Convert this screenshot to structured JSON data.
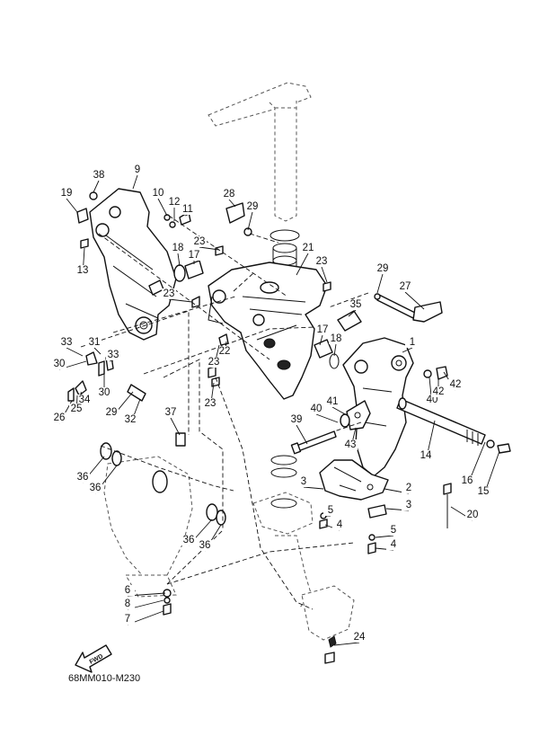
{
  "diagram_code": "68MM010-M230",
  "fwd_label": "FWD",
  "callouts": [
    {
      "id": "38",
      "label": "38"
    },
    {
      "id": "9",
      "label": "9"
    },
    {
      "id": "19",
      "label": "19"
    },
    {
      "id": "10",
      "label": "10"
    },
    {
      "id": "12",
      "label": "12"
    },
    {
      "id": "11",
      "label": "11"
    },
    {
      "id": "28",
      "label": "28"
    },
    {
      "id": "29a",
      "label": "29"
    },
    {
      "id": "13",
      "label": "13"
    },
    {
      "id": "18a",
      "label": "18"
    },
    {
      "id": "23a",
      "label": "23"
    },
    {
      "id": "17a",
      "label": "17"
    },
    {
      "id": "21",
      "label": "21"
    },
    {
      "id": "23b",
      "label": "23"
    },
    {
      "id": "29b",
      "label": "29"
    },
    {
      "id": "27",
      "label": "27"
    },
    {
      "id": "23c",
      "label": "23"
    },
    {
      "id": "35",
      "label": "35"
    },
    {
      "id": "33a",
      "label": "33"
    },
    {
      "id": "31",
      "label": "31"
    },
    {
      "id": "33b",
      "label": "33"
    },
    {
      "id": "22",
      "label": "22"
    },
    {
      "id": "17b",
      "label": "17"
    },
    {
      "id": "18b",
      "label": "18"
    },
    {
      "id": "1",
      "label": "1"
    },
    {
      "id": "30a",
      "label": "30"
    },
    {
      "id": "30b",
      "label": "30"
    },
    {
      "id": "23d",
      "label": "23"
    },
    {
      "id": "34",
      "label": "34"
    },
    {
      "id": "29c",
      "label": "29"
    },
    {
      "id": "26",
      "label": "26"
    },
    {
      "id": "25",
      "label": "25"
    },
    {
      "id": "32",
      "label": "32"
    },
    {
      "id": "23e",
      "label": "23"
    },
    {
      "id": "40a",
      "label": "40"
    },
    {
      "id": "42",
      "label": "42"
    },
    {
      "id": "41",
      "label": "41"
    },
    {
      "id": "40b",
      "label": "40"
    },
    {
      "id": "42b",
      "label": "42"
    },
    {
      "id": "37",
      "label": "37"
    },
    {
      "id": "39",
      "label": "39"
    },
    {
      "id": "43",
      "label": "43"
    },
    {
      "id": "14",
      "label": "14"
    },
    {
      "id": "36a",
      "label": "36"
    },
    {
      "id": "36b",
      "label": "36"
    },
    {
      "id": "2",
      "label": "2"
    },
    {
      "id": "3a",
      "label": "3"
    },
    {
      "id": "16",
      "label": "16"
    },
    {
      "id": "15",
      "label": "15"
    },
    {
      "id": "5a",
      "label": "5"
    },
    {
      "id": "3b",
      "label": "3"
    },
    {
      "id": "4a",
      "label": "4"
    },
    {
      "id": "20",
      "label": "20"
    },
    {
      "id": "36c",
      "label": "36"
    },
    {
      "id": "36d",
      "label": "36"
    },
    {
      "id": "5b",
      "label": "5"
    },
    {
      "id": "4b",
      "label": "4"
    },
    {
      "id": "6",
      "label": "6"
    },
    {
      "id": "8",
      "label": "8"
    },
    {
      "id": "7",
      "label": "7"
    },
    {
      "id": "24",
      "label": "24"
    }
  ]
}
